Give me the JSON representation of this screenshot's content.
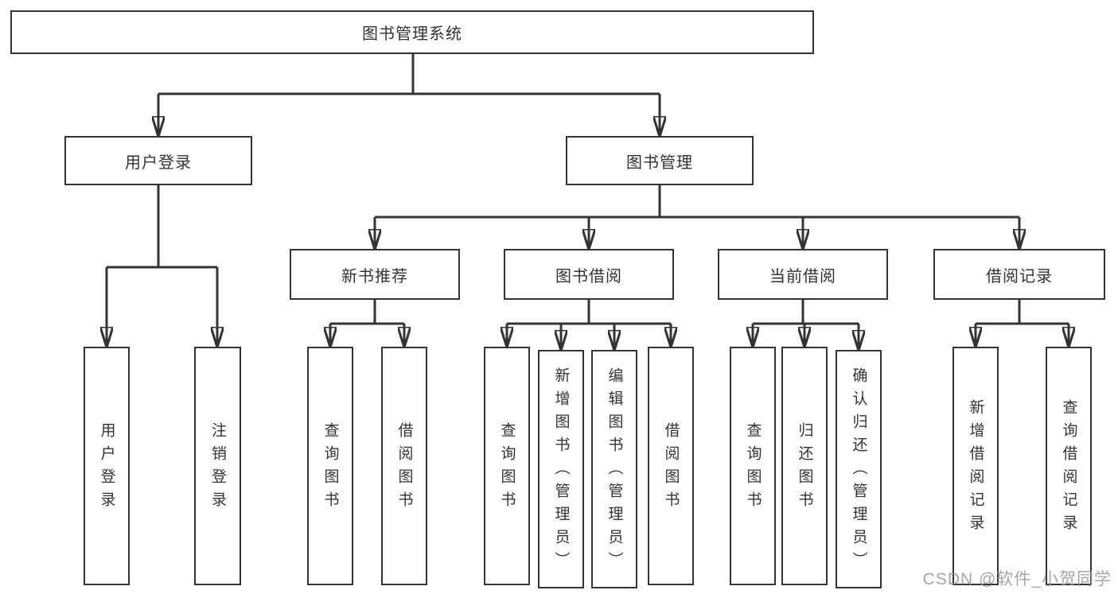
{
  "nodes": {
    "root": "图书管理系统",
    "user_login": "用户登录",
    "book_mgmt": "图书管理",
    "new_rec": "新书推荐",
    "book_borrow": "图书借阅",
    "cur_borrow": "当前借阅",
    "borrow_rec": "借阅记录",
    "leaf_user_login": "用户登录",
    "leaf_logout": "注销登录",
    "rec_query": "查询图书",
    "rec_borrow": "借阅图书",
    "bb_query": "查询图书",
    "bb_add": "新增图书（管理员）",
    "bb_edit": "编辑图书（管理员）",
    "bb_borrow": "借阅图书",
    "cb_query": "查询图书",
    "cb_return": "归还图书",
    "cb_confirm": "确认归还（管理员）",
    "br_add": "新增借阅记录",
    "br_query": "查询借阅记录"
  },
  "hierarchy": {
    "root": "图书管理系统",
    "children": [
      {
        "label": "用户登录",
        "children": [
          "用户登录",
          "注销登录"
        ]
      },
      {
        "label": "图书管理",
        "children": [
          {
            "label": "新书推荐",
            "children": [
              "查询图书",
              "借阅图书"
            ]
          },
          {
            "label": "图书借阅",
            "children": [
              "查询图书",
              "新增图书（管理员）",
              "编辑图书（管理员）",
              "借阅图书"
            ]
          },
          {
            "label": "当前借阅",
            "children": [
              "查询图书",
              "归还图书",
              "确认归还（管理员）"
            ]
          },
          {
            "label": "借阅记录",
            "children": [
              "新增借阅记录",
              "查询借阅记录"
            ]
          }
        ]
      }
    ]
  },
  "watermark": {
    "text": "CSDN @软件_小贺同学"
  },
  "colors": {
    "line": "#333333",
    "border": "#343434",
    "text": "#333333",
    "watermark": "#969696",
    "background": "#ffffff"
  }
}
